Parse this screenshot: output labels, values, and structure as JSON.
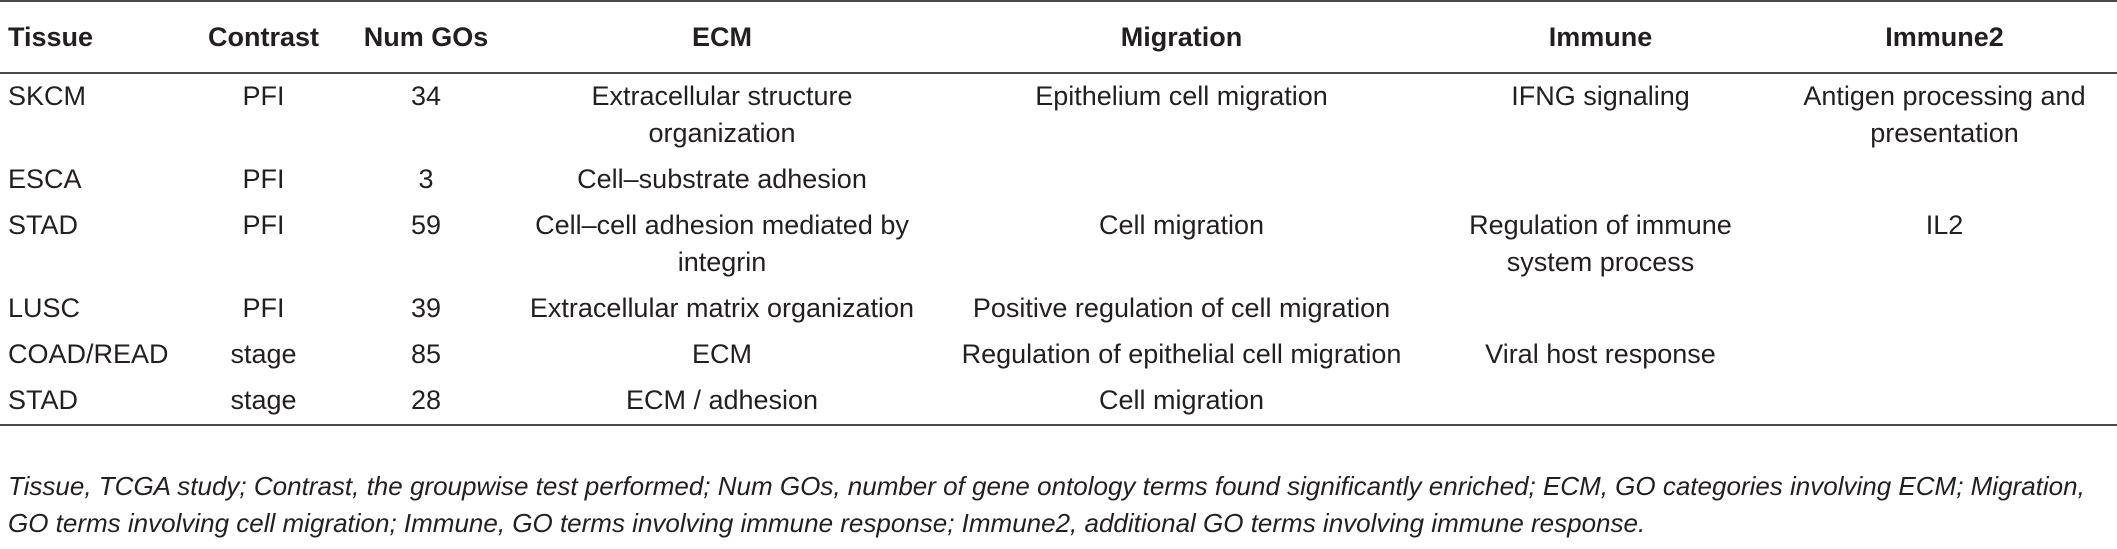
{
  "table": {
    "headers": [
      "Tissue",
      "Contrast",
      "Num GOs",
      "ECM",
      "Migration",
      "Immune",
      "Immune2"
    ],
    "rows": [
      [
        "SKCM",
        "PFI",
        "34",
        "Extracellular structure organization",
        "Epithelium cell migration",
        "IFNG signaling",
        "Antigen processing and presentation"
      ],
      [
        "ESCA",
        "PFI",
        "3",
        "Cell–substrate adhesion",
        "",
        "",
        ""
      ],
      [
        "STAD",
        "PFI",
        "59",
        "Cell–cell adhesion mediated by integrin",
        "Cell migration",
        "Regulation of immune system process",
        "IL2"
      ],
      [
        "LUSC",
        "PFI",
        "39",
        "Extracellular matrix organization",
        "Positive regulation of cell migration",
        "",
        ""
      ],
      [
        "COAD/READ",
        "stage",
        "85",
        "ECM",
        "Regulation of epithelial cell migration",
        "Viral host response",
        ""
      ],
      [
        "STAD",
        "stage",
        "28",
        "ECM / adhesion",
        "Cell migration",
        "",
        ""
      ]
    ]
  },
  "footnote": "Tissue, TCGA study; Contrast, the groupwise test performed; Num GOs, number of gene ontology terms found significantly enriched; ECM, GO categories involving ECM; Migration, GO terms involving cell migration; Immune, GO terms involving immune response; Immune2, additional GO terms involving immune response."
}
